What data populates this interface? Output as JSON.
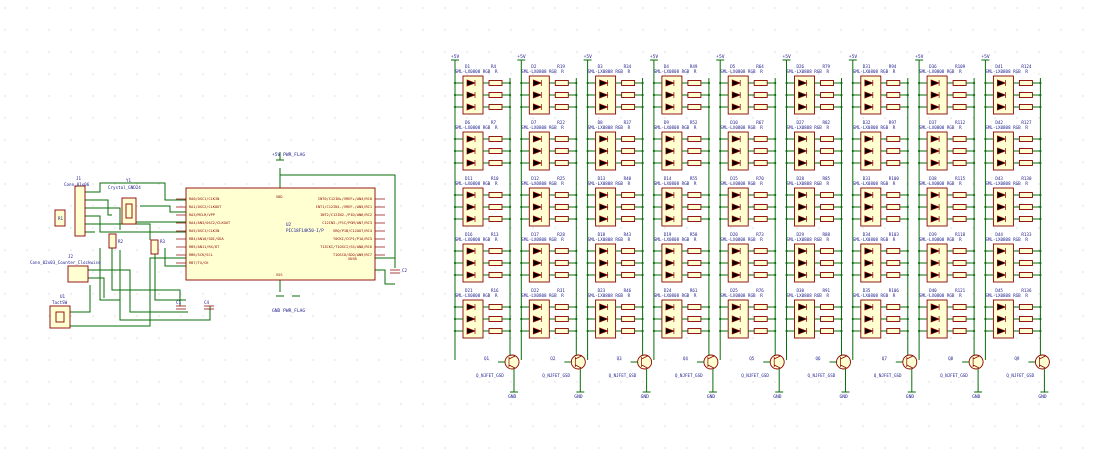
{
  "colors": {
    "wire": "#0a6e0a",
    "body_stroke": "#8b0000",
    "body_fill": "#ffffd2",
    "text": "#1a1a8c",
    "grid_dot": "#c8c8c8"
  },
  "left_circuit": {
    "power_flag_top": "+5V PWR_FLAG",
    "power_flag_bottom": "GND  PWR_FLAG",
    "connector_j1": {
      "ref": "J1",
      "value": "Conn_01x06"
    },
    "crystal_y1": {
      "ref": "Y1",
      "value": "Crystal_GND24"
    },
    "connector_j2": {
      "ref": "J2",
      "value": "Conn_02x03_Counter_Clockwise"
    },
    "switch_u1": {
      "ref": "U1",
      "value": "TactSW"
    },
    "resistor_r1": "R1",
    "resistor_r2": "R2",
    "resistor_r3": "R3",
    "cap_c1": "C1",
    "cap_c4": "C4",
    "cap_c2": "C2",
    "mcu": {
      "ref": "U2",
      "value": "PIC18F14K50-I/P",
      "vdd": "VDD",
      "vss": "VSS",
      "vusb": "VUSB",
      "left_pins": [
        "RA0/OSC1/CLKIN",
        "RA1/OSC2/CLKOUT",
        "RA3/MCLR/VPP",
        "RA4/AN3/OSC2/CLKOUT",
        "RA5/OSC1/CLKIN",
        "RB4/AN10/SDI/SDA",
        "RB5/AN11/RX/DT",
        "RB6/SCK/SCL",
        "RB7/TX/CK"
      ],
      "right_pins": [
        "INT0/C12IN+/VREF+/AN4/RC0",
        "INT1/C12IN1-/VREF-/AN5/RC1",
        "INT2/C12IN2-/P1D/AN6/RC2",
        "C12IN3-/P1C/PGM/AN7/RC3",
        "SRQ/P1B/C12OUT/RC4",
        "T0CKI/CCP1/P1A/RC5",
        "T13CKI/T1OSCI/SS/AN8/RC6",
        "T1OSCO/SDO/AN9/RC7"
      ]
    }
  },
  "matrix": {
    "power_label": "+5V",
    "led_value": "SML-LX0808 RGB",
    "resistor_value": "R",
    "transistor_value": "Q_NJFET_GSD",
    "gnd_label": "GND",
    "columns": [
      {
        "transistor": "Q1",
        "leds": [
          "D1",
          "D6",
          "D11",
          "D16",
          "D21"
        ],
        "resistors": [
          "R4",
          "R7",
          "R10",
          "R13",
          "R16"
        ]
      },
      {
        "transistor": "Q2",
        "leds": [
          "D2",
          "D7",
          "D12",
          "D17",
          "D22"
        ],
        "resistors": [
          "R19",
          "R22",
          "R25",
          "R28",
          "R31"
        ]
      },
      {
        "transistor": "Q3",
        "leds": [
          "D3",
          "D8",
          "D13",
          "D18",
          "D23"
        ],
        "resistors": [
          "R34",
          "R37",
          "R40",
          "R43",
          "R46"
        ]
      },
      {
        "transistor": "Q4",
        "leds": [
          "D4",
          "D9",
          "D14",
          "D19",
          "D24"
        ],
        "resistors": [
          "R49",
          "R52",
          "R55",
          "R58",
          "R61"
        ]
      },
      {
        "transistor": "Q5",
        "leds": [
          "D5",
          "D10",
          "D15",
          "D20",
          "D25"
        ],
        "resistors": [
          "R64",
          "R67",
          "R70",
          "R73",
          "R76"
        ]
      },
      {
        "transistor": "Q6",
        "leds": [
          "D26",
          "D27",
          "D28",
          "D29",
          "D30"
        ],
        "resistors": [
          "R79",
          "R82",
          "R85",
          "R88",
          "R91"
        ]
      },
      {
        "transistor": "Q7",
        "leds": [
          "D31",
          "D32",
          "D33",
          "D34",
          "D35"
        ],
        "resistors": [
          "R94",
          "R97",
          "R100",
          "R103",
          "R106"
        ]
      },
      {
        "transistor": "Q8",
        "leds": [
          "D36",
          "D37",
          "D38",
          "D39",
          "D40"
        ],
        "resistors": [
          "R109",
          "R112",
          "R115",
          "R118",
          "R121"
        ]
      },
      {
        "transistor": "Q9",
        "leds": [
          "D41",
          "D42",
          "D43",
          "D44",
          "D45"
        ],
        "resistors": [
          "R124",
          "R127",
          "R130",
          "R133",
          "R136"
        ]
      }
    ]
  }
}
